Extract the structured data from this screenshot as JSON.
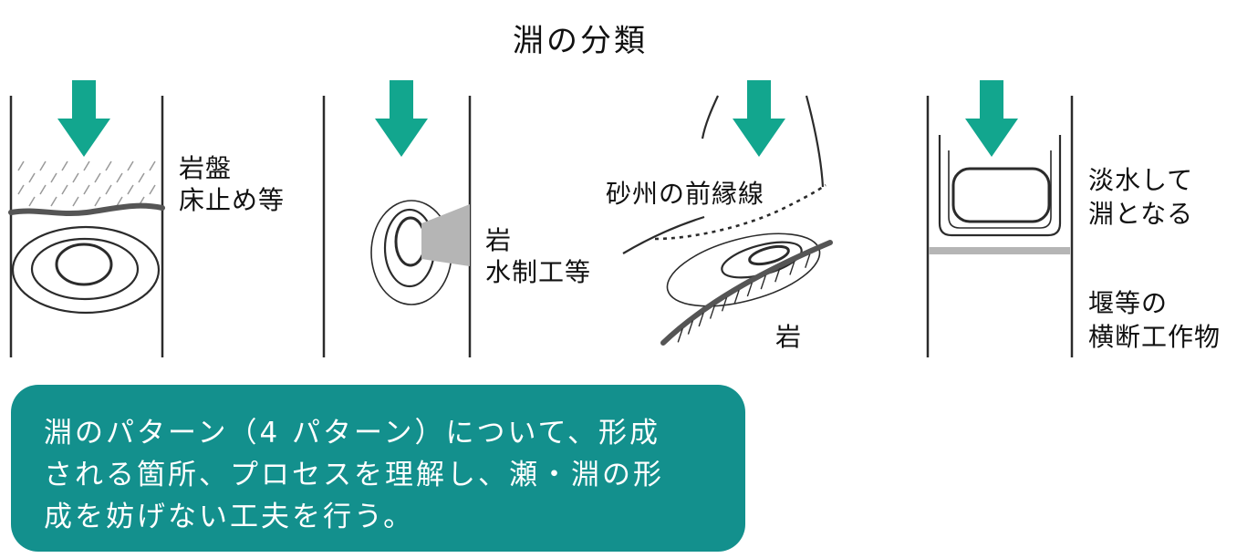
{
  "title": "淵の分類",
  "colors": {
    "arrow": "#12a68e",
    "note_bg": "#13908d",
    "line": "#2b2b2b",
    "rock": "#555555",
    "gray": "#b5b5b5"
  },
  "panels": [
    {
      "labels": [
        "岩盤",
        "床止め等"
      ]
    },
    {
      "labels": [
        "岩",
        "水制工等"
      ]
    },
    {
      "labels": [
        "砂州の前縁線",
        "岩"
      ]
    },
    {
      "labels": [
        "淡水して",
        "淵となる",
        "堰等の",
        "横断工作物"
      ]
    }
  ],
  "note": {
    "lines": [
      "淵のパターン（4 パターン）について、形成",
      "される箇所、プロセスを理解し、瀬・淵の形",
      "成を妨げない工夫を行う。"
    ]
  }
}
